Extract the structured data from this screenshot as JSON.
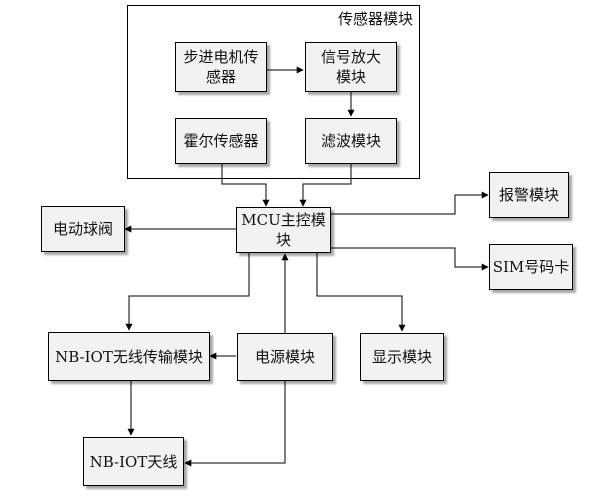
{
  "sensor_group": {
    "title": "传感器模块"
  },
  "nodes": {
    "stepper_sensor": "步进电机传感器",
    "signal_amp": "信号放大模块",
    "hall_sensor": "霍尔传感器",
    "filter": "滤波模块",
    "mcu": "MCU主控模块",
    "alarm": "报警模块",
    "sim": "SIM号码卡",
    "ball_valve": "电动球阀",
    "nbiot_tx": "NB-IOT无线传输模块",
    "power": "电源模块",
    "display": "显示模块",
    "nbiot_ant": "NB-IOT天线"
  }
}
